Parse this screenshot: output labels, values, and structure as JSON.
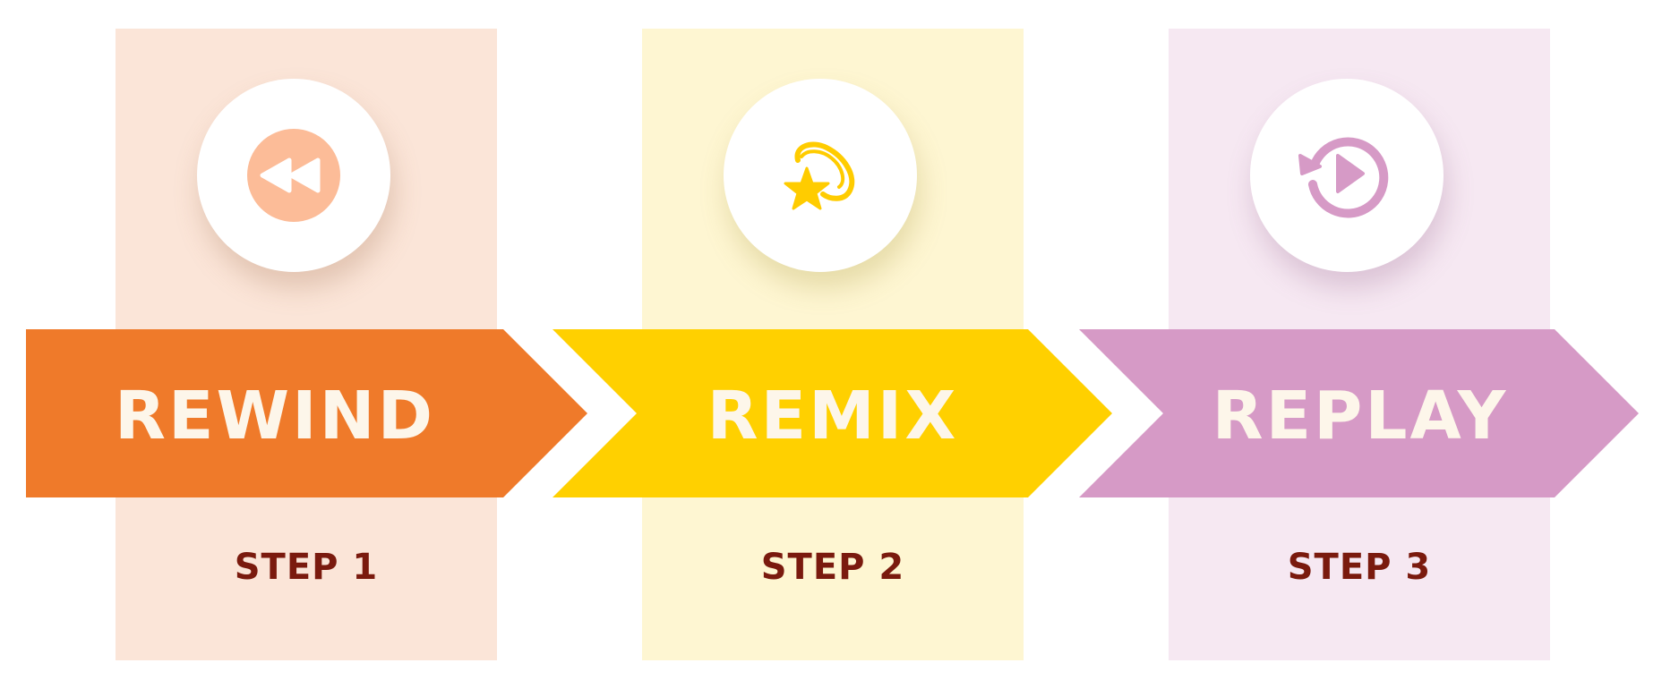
{
  "colors": {
    "step_text": "#7a1a0e",
    "arrow_text": "#fdf6ea",
    "icon_bg": "#ffffff"
  },
  "steps": [
    {
      "title": "REWIND",
      "step": "STEP 1",
      "icon": "rewind-icon",
      "arrow_color": "#ef7a2a",
      "panel_color": "#fbe5d8",
      "icon_color": "#fcbc98",
      "shadow_color": "rgba(160,110,80,0.28)"
    },
    {
      "title": "REMIX",
      "step": "STEP 2",
      "icon": "shooting-star-icon",
      "arrow_color": "#ffd000",
      "panel_color": "#fef6d2",
      "icon_color": "#ffcc00",
      "shadow_color": "rgba(170,150,60,0.28)"
    },
    {
      "title": "REPLAY",
      "step": "STEP 3",
      "icon": "replay-icon",
      "arrow_color": "#d69ac6",
      "panel_color": "#f6e8f2",
      "icon_color": "#d69ac6",
      "shadow_color": "rgba(150,100,140,0.28)"
    }
  ]
}
